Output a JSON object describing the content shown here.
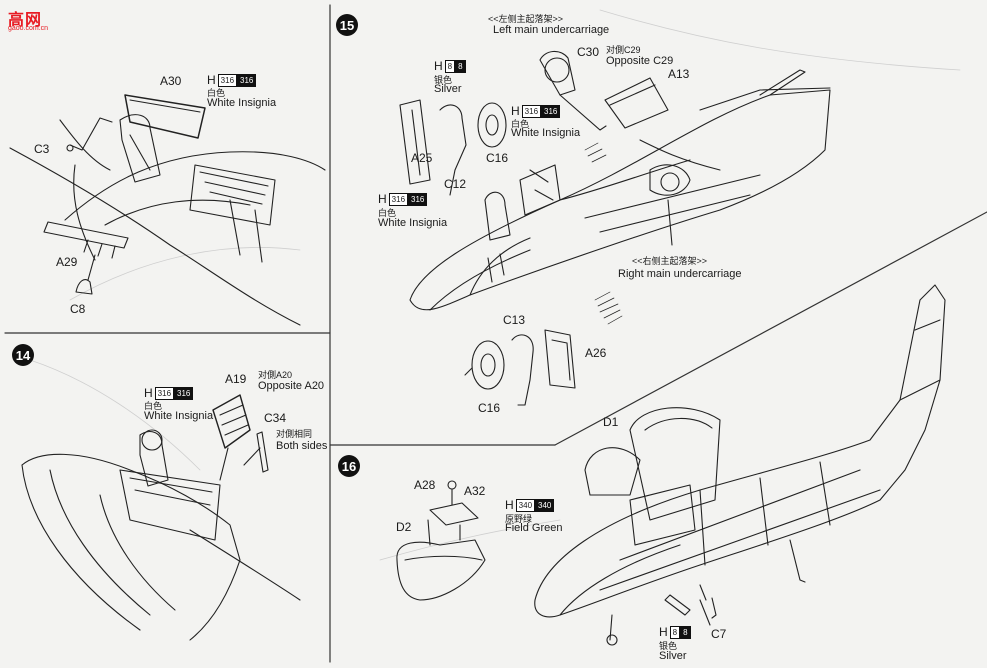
{
  "watermark": {
    "text": "高网",
    "sub": "gaoo.com.cn"
  },
  "steps": [
    {
      "number": "14"
    },
    {
      "number": "15"
    },
    {
      "number": "16"
    }
  ],
  "panel_a": {
    "parts": [
      "A30",
      "C3",
      "A29",
      "C8"
    ],
    "paint": {
      "code_h": "H",
      "code1": "316",
      "code2": "316",
      "cn": "白色",
      "en": "White Insignia"
    }
  },
  "step14": {
    "parts": [
      "A19",
      "C34"
    ],
    "opposite_cn": "对側A20",
    "opposite_en": "Opposite A20",
    "both_cn": "对側相同",
    "both_en": "Both sides",
    "paint": {
      "code_h": "H",
      "code1": "316",
      "code2": "316",
      "cn": "白色",
      "en": "White Insignia"
    }
  },
  "step15": {
    "left_gear_cn": "<<左侧主起落架>>",
    "left_gear_en": "Left main undercarriage",
    "right_gear_cn": "<<右侧主起落架>>",
    "right_gear_en": "Right main undercarriage",
    "opp_cn": "对側C29",
    "opp_en": "Opposite C29",
    "parts": [
      "C30",
      "A13",
      "A25",
      "C16",
      "C12",
      "C13",
      "A26",
      "C16"
    ],
    "paint_silver": {
      "code_h": "H",
      "code1": "8",
      "code2": "8",
      "cn": "银色",
      "en": "Silver"
    },
    "paint_white1": {
      "code_h": "H",
      "code1": "316",
      "code2": "316",
      "cn": "白色",
      "en": "White Insignia"
    },
    "paint_white2": {
      "code_h": "H",
      "code1": "316",
      "code2": "316",
      "cn": "白色",
      "en": "White Insignia"
    }
  },
  "step16": {
    "parts": [
      "D1",
      "A28",
      "A32",
      "D2",
      "C7"
    ],
    "paint_green": {
      "code_h": "H",
      "code1": "340",
      "code2": "340",
      "cn": "原野绿",
      "en": "Field Green"
    },
    "paint_silver": {
      "code_h": "H",
      "code1": "8",
      "code2": "8",
      "cn": "银色",
      "en": "Silver"
    }
  }
}
